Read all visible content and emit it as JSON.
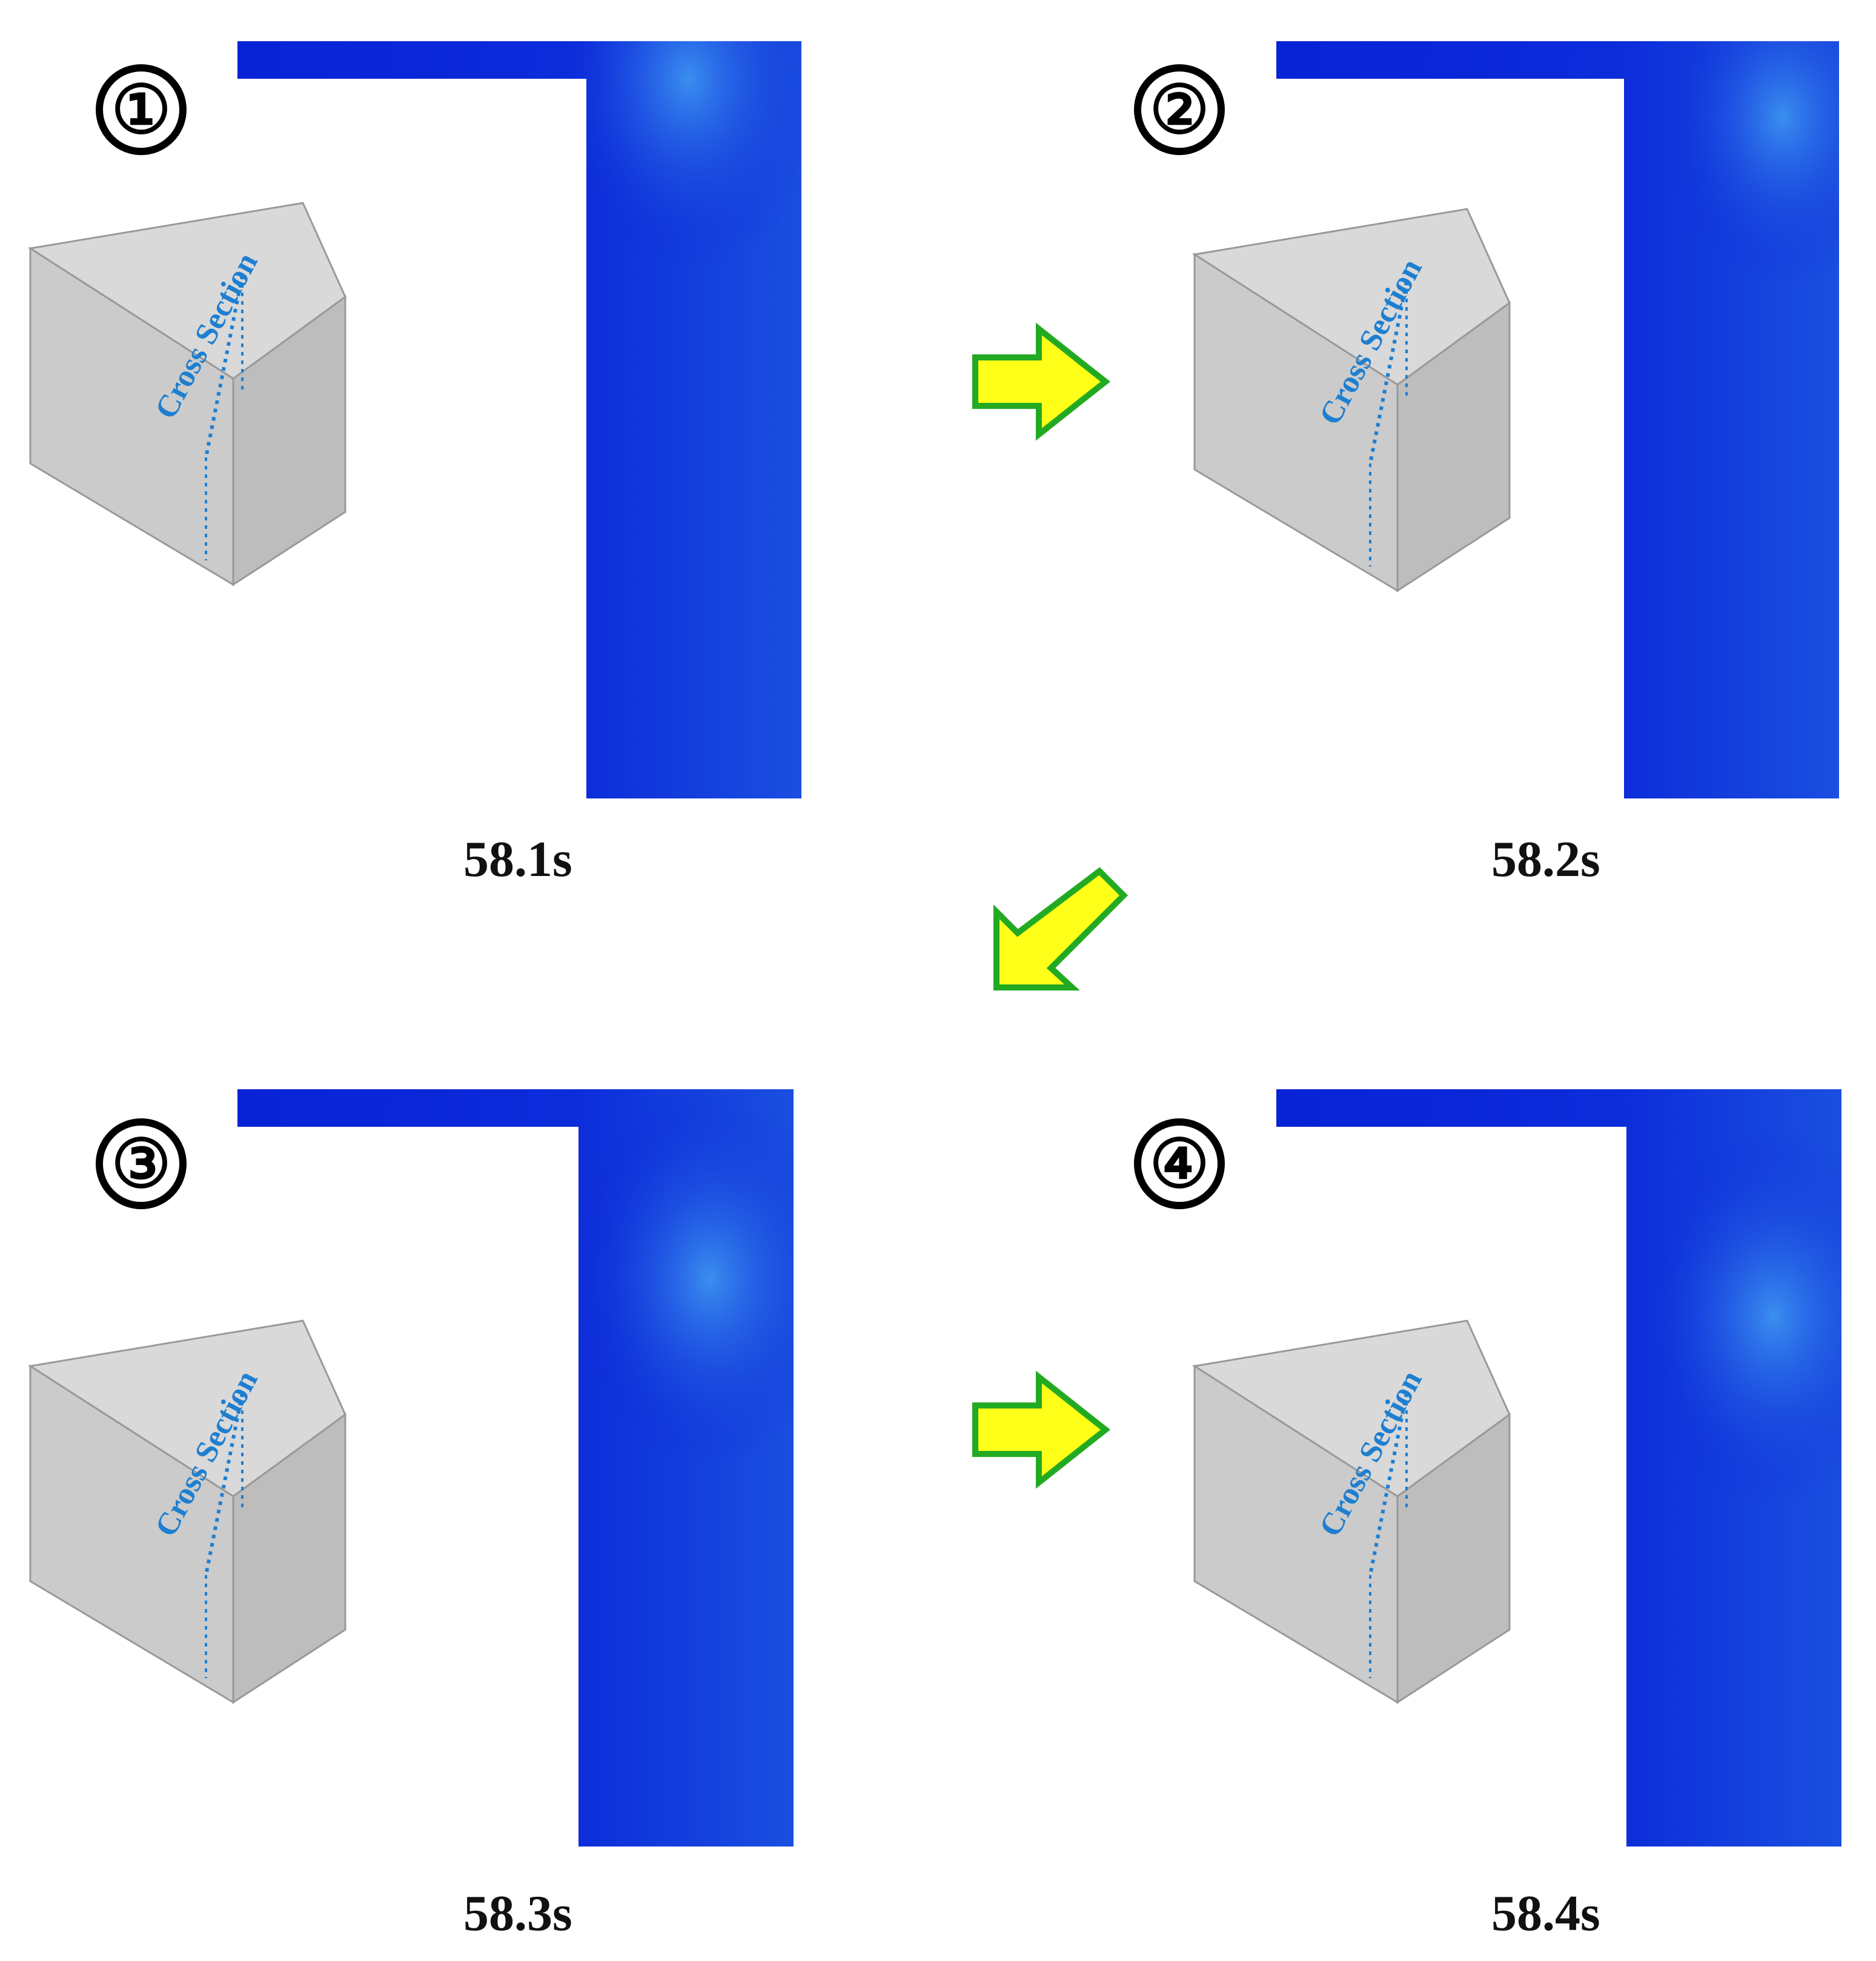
{
  "panels": [
    {
      "badge": "①",
      "time": "58.1s",
      "inset_label": "Cross Section"
    },
    {
      "badge": "②",
      "time": "58.2s",
      "inset_label": "Cross Section"
    },
    {
      "badge": "③",
      "time": "58.3s",
      "inset_label": "Cross Section"
    },
    {
      "badge": "④",
      "time": "58.4s",
      "inset_label": "Cross Section"
    }
  ],
  "colors": {
    "field_blue": "#0a22d6",
    "field_light": "#2a7fe8",
    "inset_gray": "#cfcfcf",
    "label_blue": "#1e7fd0",
    "arrow_fill": "#ffff1a",
    "arrow_stroke": "#22aa22"
  },
  "icons": {
    "step_arrow": "right-arrow-icon",
    "return_arrow": "down-left-arrow-icon"
  }
}
